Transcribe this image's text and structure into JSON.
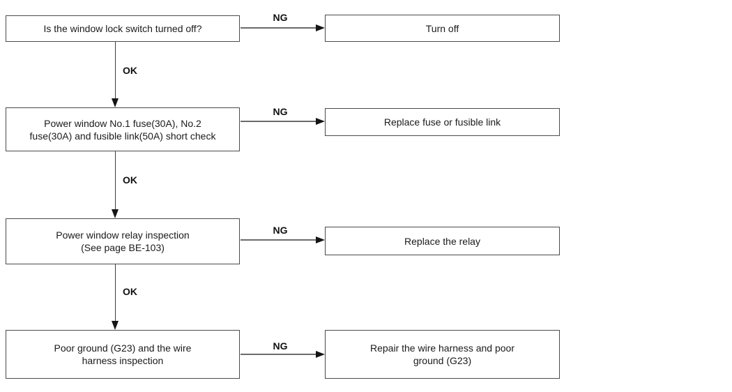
{
  "diagram": {
    "type": "flowchart",
    "name": "power-window-troubleshooting-flowchart",
    "labels": {
      "ok": "OK",
      "ng": "NG"
    },
    "colors": {
      "background": "#ffffff",
      "box_border": "#4a4a4a",
      "text": "#1a1a1a",
      "line": "#6b6b6b",
      "arrowhead": "#151515"
    },
    "steps": [
      {
        "check": "Is the window lock switch turned off?",
        "ng_action": "Turn off"
      },
      {
        "check": "Power window No.1 fuse(30A), No.2\nfuse(30A) and fusible link(50A) short check",
        "ng_action": "Replace fuse or fusible link"
      },
      {
        "check": "Power window relay inspection\n(See page BE-103)",
        "ng_action": "Replace the relay"
      },
      {
        "check": "Poor ground (G23) and the wire\nharness inspection",
        "ng_action": "Repair the wire harness and poor\nground (G23)"
      }
    ]
  }
}
